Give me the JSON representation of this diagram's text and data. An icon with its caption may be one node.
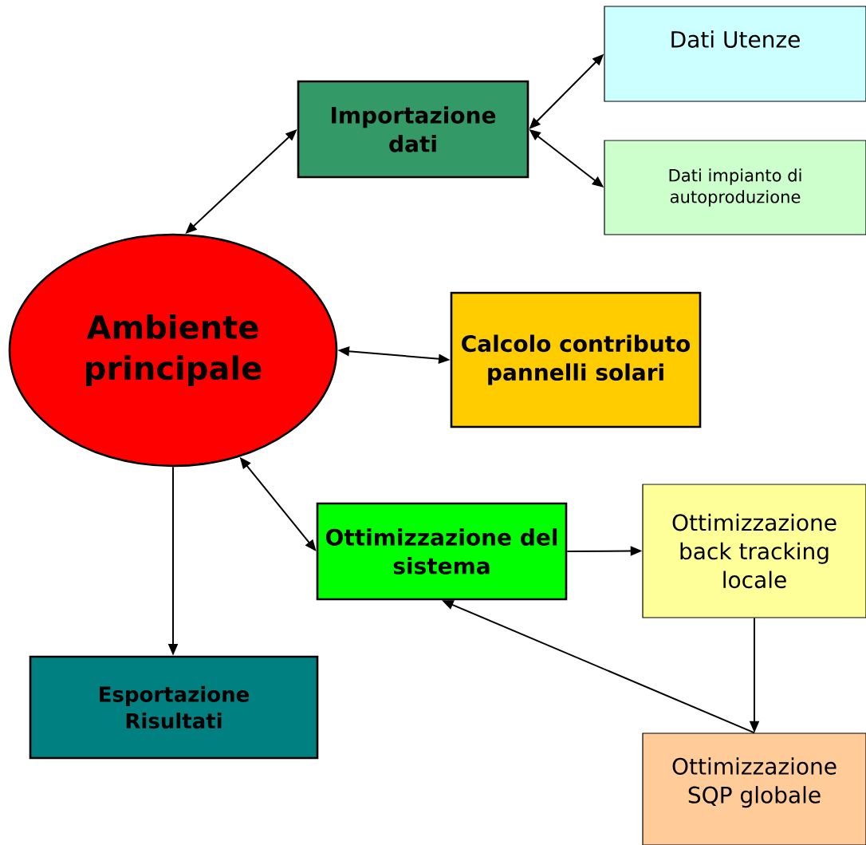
{
  "diagram": {
    "nodes": [
      {
        "text": [
          "Ambiente principale"
        ]
      },
      {
        "text": [
          "Importazione dati"
        ]
      },
      {
        "text": [
          "Dati Utenze"
        ]
      },
      {
        "text": [
          "Dati impianto di autoproduzione"
        ]
      },
      {
        "text": [
          "Calcolo contributo pannelli solari"
        ]
      },
      {
        "text": [
          "Ottimizzazione del sistema"
        ]
      },
      {
        "text": [
          "Ottimizzazione back tracking locale"
        ]
      },
      {
        "text": [
          "Esportazione Risultati"
        ]
      },
      {
        "text": [
          "Ottimizzazione SQP globale"
        ]
      }
    ],
    "edges": [
      {
        "from": 0,
        "to": 1,
        "arrow": "both"
      },
      {
        "from": 1,
        "to": 2,
        "arrow": "both"
      },
      {
        "from": 1,
        "to": 3,
        "arrow": "both"
      },
      {
        "from": 0,
        "to": 4,
        "arrow": "both"
      },
      {
        "from": 0,
        "to": 5,
        "arrow": "both"
      },
      {
        "from": 0,
        "to": 7,
        "arrow": "to"
      },
      {
        "from": 5,
        "to": 6,
        "arrow": "to"
      },
      {
        "from": 6,
        "to": 8,
        "arrow": "to"
      },
      {
        "from": 8,
        "to": 5,
        "arrow": "to"
      }
    ]
  }
}
